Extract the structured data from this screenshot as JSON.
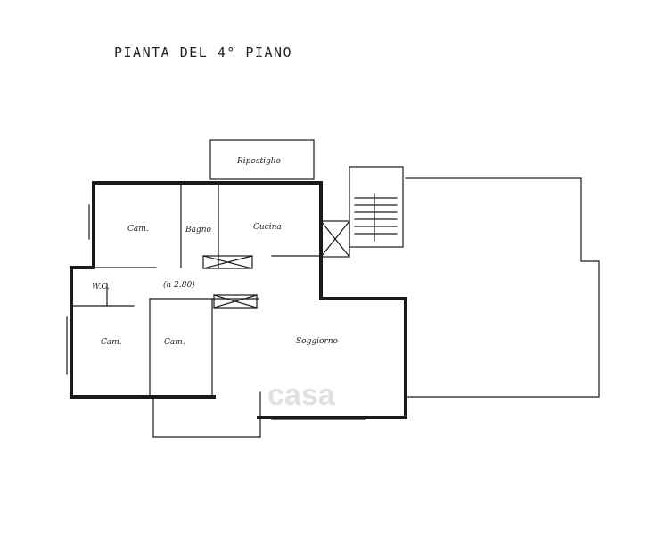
{
  "title": "PIANTA DEL 4° PIANO",
  "rooms": {
    "ripostiglio": "Ripostiglio",
    "cam_top": "Cam.",
    "bagno": "Bagno",
    "cucina": "Cucina",
    "wc": "W.C.",
    "height_note": "(h 2.80)",
    "cam_left": "Cam.",
    "cam_mid": "Cam.",
    "soggiorno": "Soggiorno"
  },
  "watermark": "casa",
  "colors": {
    "ink": "#1a1a1a",
    "paper": "#ffffff"
  }
}
